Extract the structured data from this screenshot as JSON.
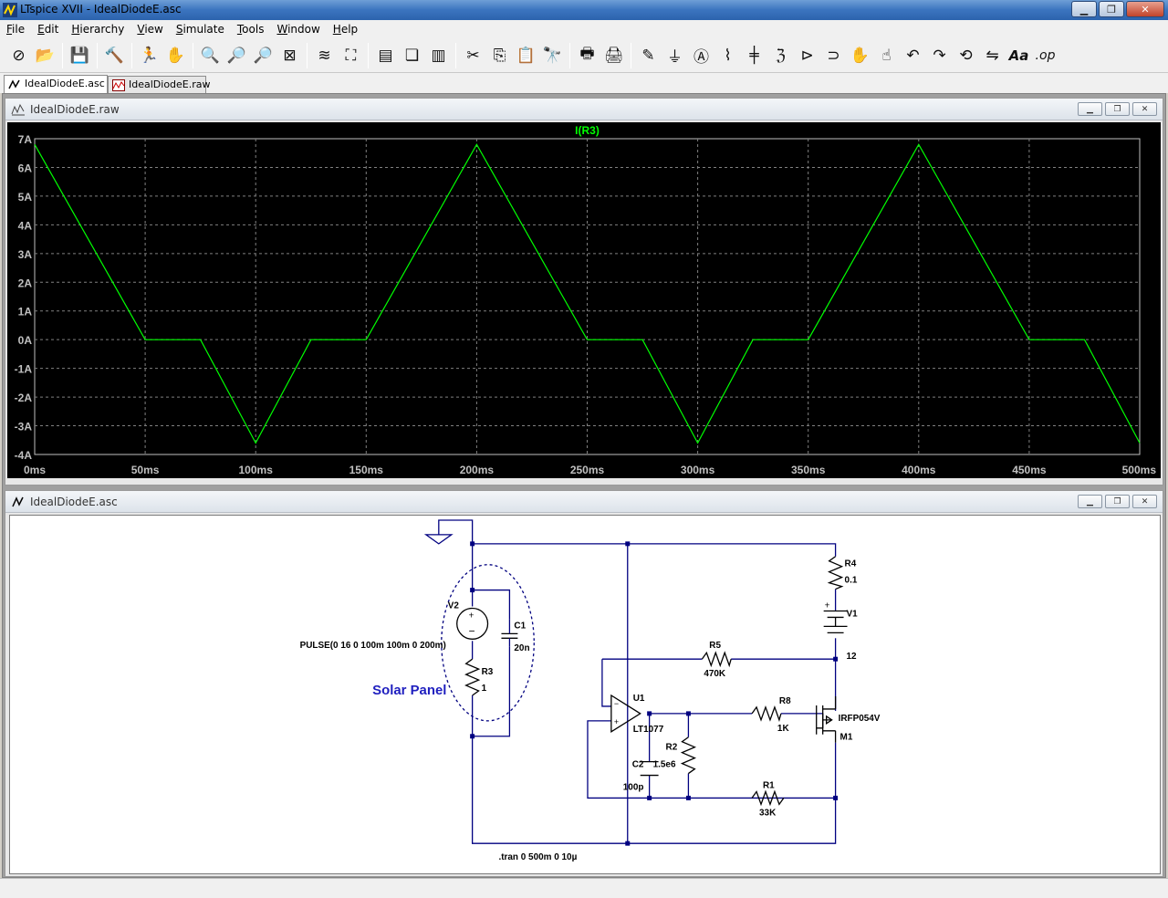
{
  "window": {
    "title": "LTspice XVII - IdealDiodeE.asc"
  },
  "menu": [
    {
      "accel": "F",
      "rest": "ile"
    },
    {
      "accel": "E",
      "rest": "dit"
    },
    {
      "accel": "H",
      "rest": "ierarchy"
    },
    {
      "accel": "V",
      "rest": "iew"
    },
    {
      "accel": "S",
      "rest": "imulate"
    },
    {
      "accel": "T",
      "rest": "ools"
    },
    {
      "accel": "W",
      "rest": "indow"
    },
    {
      "accel": "H",
      "rest": "elp"
    }
  ],
  "toolbar": {
    "icons": [
      "new-schematic-icon",
      "open-icon",
      "|",
      "save-icon",
      "|",
      "control-panel-icon",
      "|",
      "run-icon",
      "halt-icon",
      "|",
      "zoom-in-icon",
      "pan-icon",
      "zoom-out-icon",
      "zoom-fit-icon",
      "|",
      "autorange-icon",
      "mark-icon",
      "|",
      "tile-horizontal-icon",
      "cascade-icon",
      "tile-vertical-icon",
      "|",
      "cut-icon",
      "copy-icon",
      "paste-icon",
      "find-icon",
      "|",
      "print-icon",
      "print-setup-icon",
      "|",
      "draw-wire-icon",
      "ground-icon",
      "label-net-icon",
      "resistor-icon",
      "capacitor-icon",
      "inductor-icon",
      "diode-icon",
      "component-icon",
      "move-icon",
      "drag-icon",
      "undo-icon",
      "redo-icon",
      "rotate-icon",
      "mirror-icon",
      "text-icon",
      "spice-directive-icon"
    ],
    "text_aa": "Aa",
    "text_op": ".op"
  },
  "doc_tabs": [
    {
      "label": "IdealDiodeE.asc",
      "active": true
    },
    {
      "label": "IdealDiodeE.raw",
      "active": false
    }
  ],
  "wave_window": {
    "title": "IdealDiodeE.raw"
  },
  "schem_window": {
    "title": "IdealDiodeE.asc"
  },
  "chart_data": {
    "type": "line",
    "title": "",
    "xlabel": "",
    "ylabel": "",
    "series": [
      {
        "name": "I(R3)",
        "color": "#00ff00",
        "x": [
          0,
          50,
          75,
          100,
          125,
          150,
          200,
          250,
          275,
          300,
          325,
          350,
          400,
          450,
          475,
          500
        ],
        "y": [
          6.8,
          0,
          0,
          -3.6,
          0,
          0,
          6.8,
          0,
          0,
          -3.6,
          0,
          0,
          6.8,
          0,
          0,
          -3.6
        ]
      }
    ],
    "xlim": [
      0,
      500
    ],
    "ylim": [
      -4,
      7
    ],
    "x_ticks": [
      0,
      50,
      100,
      150,
      200,
      250,
      300,
      350,
      400,
      450,
      500
    ],
    "x_tick_labels": [
      "0ms",
      "50ms",
      "100ms",
      "150ms",
      "200ms",
      "250ms",
      "300ms",
      "350ms",
      "400ms",
      "450ms",
      "500ms"
    ],
    "y_ticks": [
      7,
      6,
      5,
      4,
      3,
      2,
      1,
      0,
      -1,
      -2,
      -3,
      -4
    ],
    "y_tick_labels": [
      "7A",
      "6A",
      "5A",
      "4A",
      "3A",
      "2A",
      "1A",
      "0A",
      "-1A",
      "-2A",
      "-3A",
      "-4A"
    ],
    "grid": true,
    "background": "#000000",
    "axis_color": "#c0c0c0"
  },
  "schematic": {
    "wire_color": "#000080",
    "label_color": "#000000",
    "group_label": "Solar Panel",
    "group_label_color": "#1f1fbf",
    "V2": {
      "ref": "V2",
      "value": "PULSE(0 16 0 100m 100m 0 200m)"
    },
    "C1": {
      "ref": "C1",
      "value": "20n"
    },
    "R3": {
      "ref": "R3",
      "value": "1"
    },
    "R4": {
      "ref": "R4",
      "value": "0.1"
    },
    "V1": {
      "ref": "V1",
      "value": "12"
    },
    "R5": {
      "ref": "R5",
      "value": "470K"
    },
    "U1": {
      "ref": "U1",
      "value": "LT1077"
    },
    "R8": {
      "ref": "R8",
      "value": "1K"
    },
    "M1": {
      "ref": "M1",
      "value": "IRFP054V"
    },
    "R2": {
      "ref": "R2",
      "value": "1.5e6"
    },
    "C2": {
      "ref": "C2",
      "value": "100p"
    },
    "R1": {
      "ref": "R1",
      "value": "33K"
    },
    "directive": ".tran 0 500m 0 10µ",
    "plus": "+",
    "minus": "−"
  }
}
